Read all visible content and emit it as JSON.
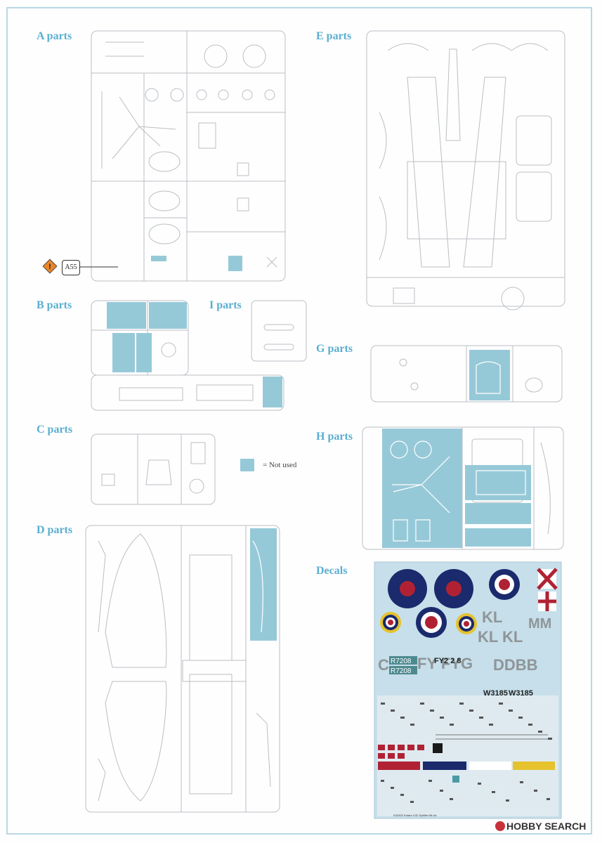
{
  "labels": {
    "a": "A parts",
    "b": "B parts",
    "c": "C parts",
    "d": "D parts",
    "e": "E parts",
    "g": "G parts",
    "h": "H parts",
    "i": "I parts",
    "decals": "Decals"
  },
  "legend": {
    "text": "= Not used",
    "color": "#96c9d8"
  },
  "callout": {
    "part_id": "A55"
  },
  "decal_codes": {
    "sq1": "KL",
    "sq2": "MM",
    "sq3": "KL KL",
    "serial1": "R7208",
    "serial2": "R7208",
    "fy": "FY FYG",
    "dd": "DDBB",
    "c": "C",
    "w1": "W3185",
    "w2": "W3185",
    "fy2": "FY2 2 8",
    "mark": "K32002 Kotare 1/32 Spitfire Mk.Va"
  },
  "watermark": "HOBBY SEARCH",
  "colors": {
    "heading": "#5aaed0",
    "sprue_line": "#b9bfc4",
    "unused_fill": "#96c9d8",
    "decal_bg": "#c6dfea",
    "roundel_blue": "#1a2a6c",
    "roundel_red": "#b02233",
    "roundel_yellow": "#e6c22d",
    "code_grey": "#8f9598"
  }
}
